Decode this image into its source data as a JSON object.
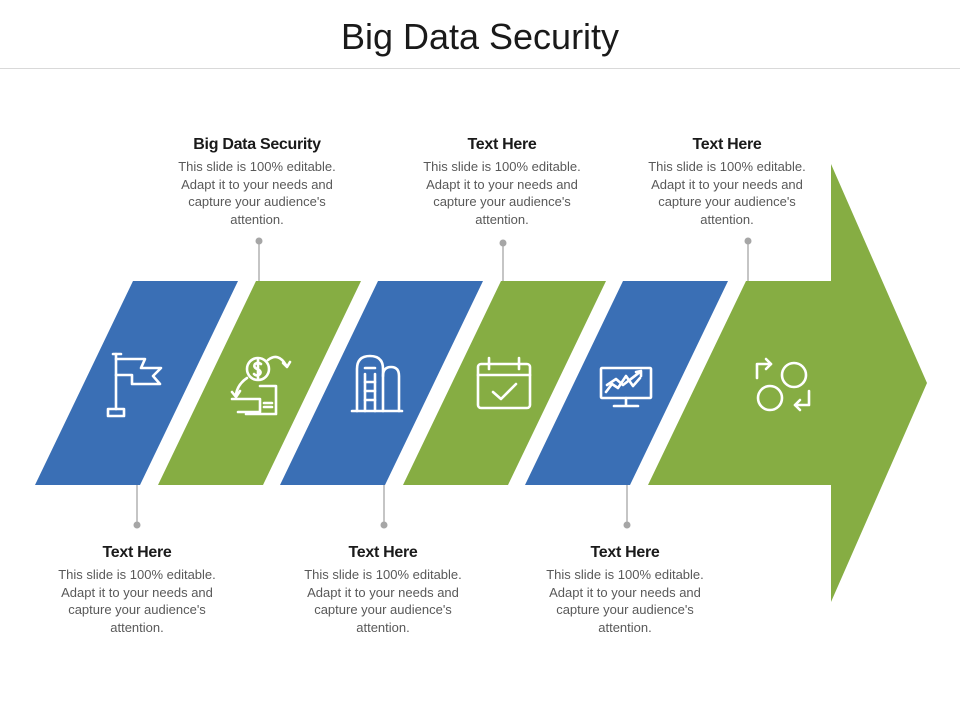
{
  "title": "Big Data Security",
  "colors": {
    "blue": "#3a6fb5",
    "green": "#86ad43",
    "connector": "#a6a6a6",
    "icon": "#ffffff"
  },
  "items": [
    {
      "heading": "Big Data Security",
      "body": "This slide is 100% editable. Adapt it to your needs and capture your audience's attention."
    },
    {
      "heading": "Text Here",
      "body": "This slide is 100% editable. Adapt it to your needs and capture your audience's attention."
    },
    {
      "heading": "Text Here",
      "body": "This slide is 100% editable. Adapt it to your needs and capture your audience's attention."
    },
    {
      "heading": "Text Here",
      "body": "This slide is 100% editable. Adapt it to your needs and capture your audience's attention."
    },
    {
      "heading": "Text Here",
      "body": "This slide is 100% editable. Adapt it to your needs and capture your audience's attention."
    },
    {
      "heading": "Text Here",
      "body": "This slide is 100% editable. Adapt it to your needs and capture your audience's attention."
    }
  ],
  "icons": [
    "flag-icon",
    "money-exchange-icon",
    "silo-icon",
    "calendar-check-icon",
    "monitor-chart-icon",
    "cycle-shapes-icon"
  ]
}
